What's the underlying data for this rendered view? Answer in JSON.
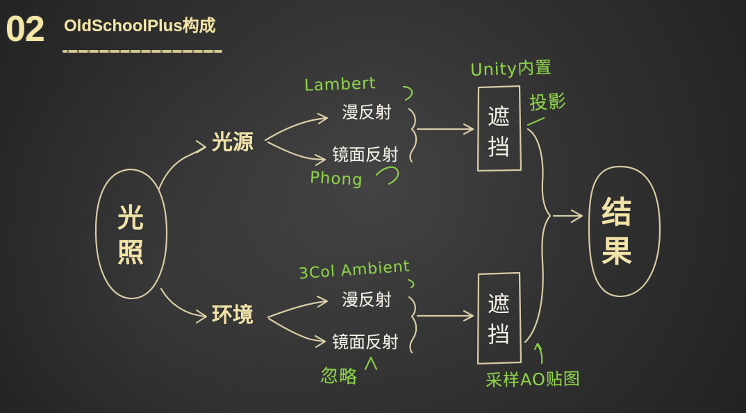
{
  "title": {
    "number": "02",
    "text": "OldSchoolPlus构成"
  },
  "diagram": {
    "root": {
      "char1": "光",
      "char2": "照"
    },
    "branches": {
      "top": "光源",
      "bottom": "环境"
    },
    "top_terms": {
      "diffuse": "漫反射",
      "specular": "镜面反射"
    },
    "bottom_terms": {
      "diffuse": "漫反射",
      "specular": "镜面反射"
    },
    "occlusion_top": {
      "char1": "遮",
      "char2": "挡"
    },
    "occlusion_bottom": {
      "char1": "遮",
      "char2": "挡"
    },
    "result": {
      "char1": "结",
      "char2": "果"
    },
    "notes": {
      "lambert": "Lambert",
      "phong": "Phong",
      "three_col_ambient": "3Col Ambient",
      "ignore": "忽略",
      "unity_builtin": "Unity内置",
      "projection": "投影",
      "sample_ao": "采样AO贴图"
    }
  }
}
